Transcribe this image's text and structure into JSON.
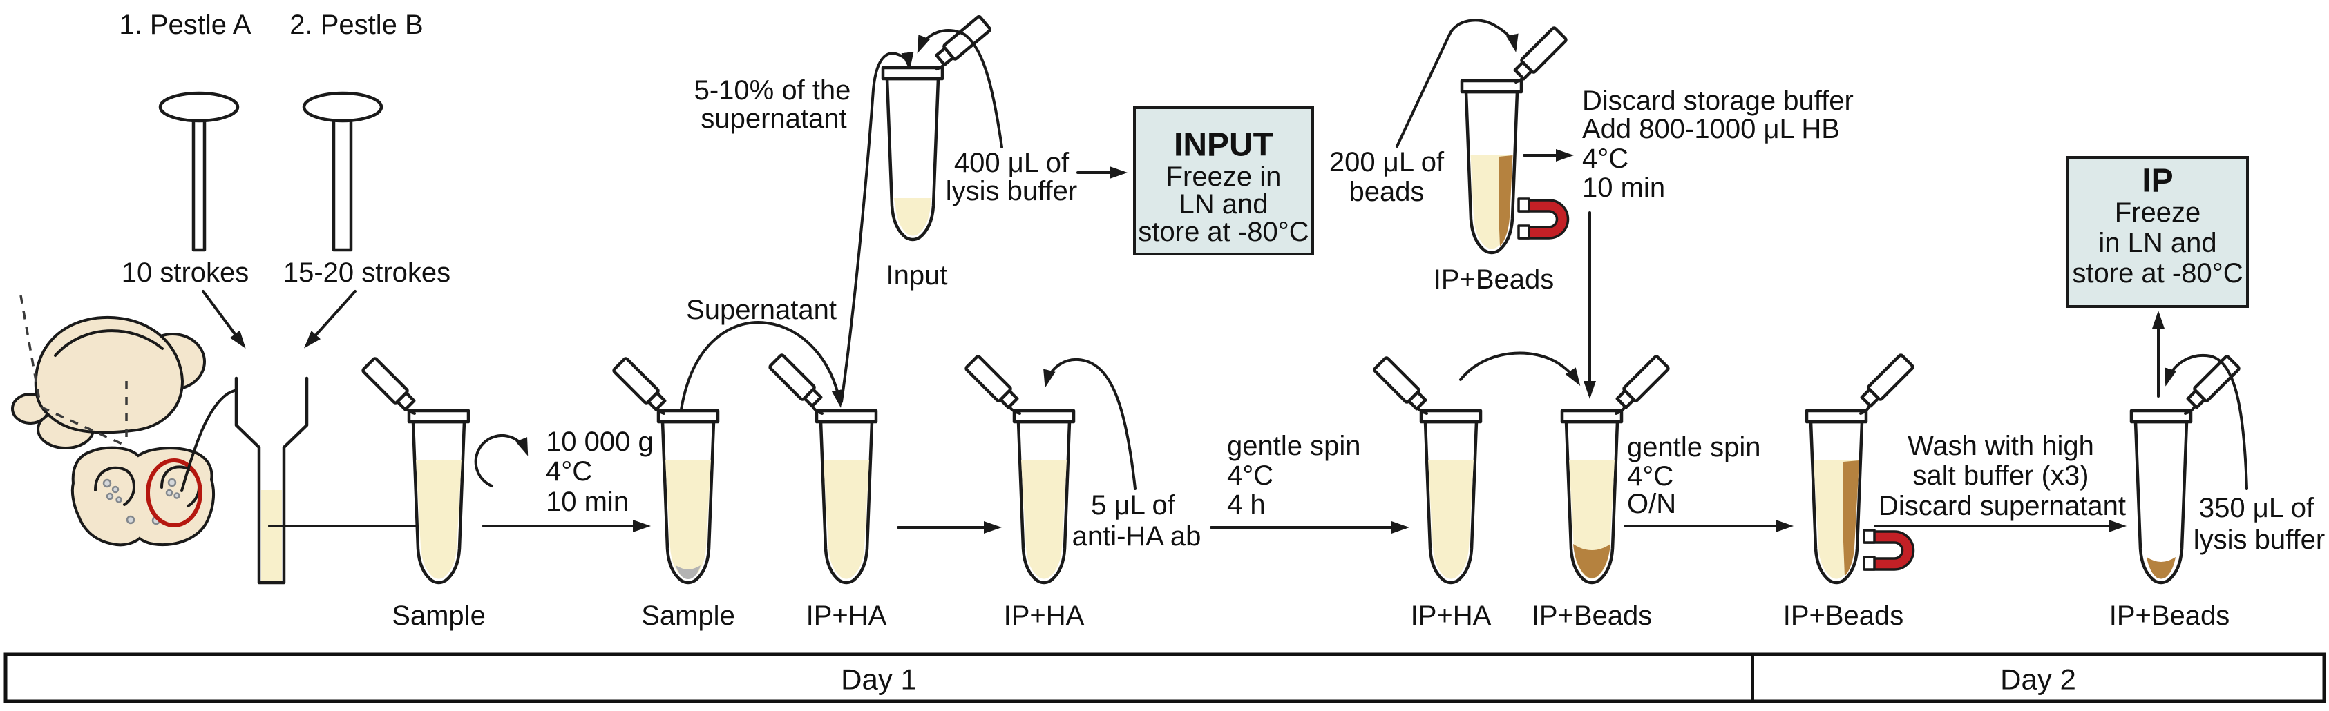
{
  "colors": {
    "liquid": "#f8f0cb",
    "beads": "#b5823f",
    "beads_dark": "#9a6b31",
    "tissue": "#f3e6cd",
    "magnet_red": "#c32026",
    "box_fill": "#dde9e9",
    "highlight_red": "#b5170f",
    "pellet_gray": "#b3b3b3",
    "outline": "#1a1a1a"
  },
  "pestle_section": {
    "label_a": "1. Pestle A",
    "label_b": "2. Pestle B",
    "strokes_a": "10 strokes",
    "strokes_b": "15-20 strokes"
  },
  "steps": {
    "centrifugation": {
      "l1": "10 000 g",
      "l2": "4°C",
      "l3": "10 min"
    },
    "supernatant": "Supernatant",
    "input_fraction": {
      "l1": "5-10% of the",
      "l2": "supernatant"
    },
    "lysis_400": {
      "l1": "400 μL of",
      "l2": "lysis buffer"
    },
    "beads_200": {
      "l1": "200 μL of",
      "l2": "beads"
    },
    "hb_wash": {
      "l1": "Discard storage buffer",
      "l2": "Add 800-1000 μL HB",
      "l3": "4°C",
      "l4": "10 min"
    },
    "antibody": {
      "l1": "5 μL of",
      "l2": "anti-HA ab"
    },
    "spin_4h": {
      "l1": "gentle spin",
      "l2": "4°C",
      "l3": "4 h"
    },
    "spin_on": {
      "l1": "gentle spin",
      "l2": "4°C",
      "l3": "O/N"
    },
    "salt_wash": {
      "l1": "Wash with high",
      "l2": "salt buffer (x3)",
      "l3": "Discard supernatant"
    },
    "lysis_350": {
      "l1": "350 μL of",
      "l2": "lysis buffer"
    }
  },
  "boxes": {
    "input": {
      "title": "INPUT",
      "l1": "Freeze in",
      "l2": "LN and",
      "l3": "store at -80°C"
    },
    "ip": {
      "title": "IP",
      "l1": "Freeze",
      "l2": "in LN and",
      "l3": "store at -80°C"
    }
  },
  "tubes": {
    "sample1": "Sample",
    "sample2": "Sample",
    "input": "Input",
    "ip_ha1": "IP+HA",
    "ip_ha2": "IP+HA",
    "ip_ha3": "IP+HA",
    "ip_beads_top": "IP+Beads",
    "ip_beads1": "IP+Beads",
    "ip_beads2": "IP+Beads",
    "ip_beads3": "IP+Beads"
  },
  "timeline": {
    "day1": "Day 1",
    "day2": "Day 2"
  }
}
